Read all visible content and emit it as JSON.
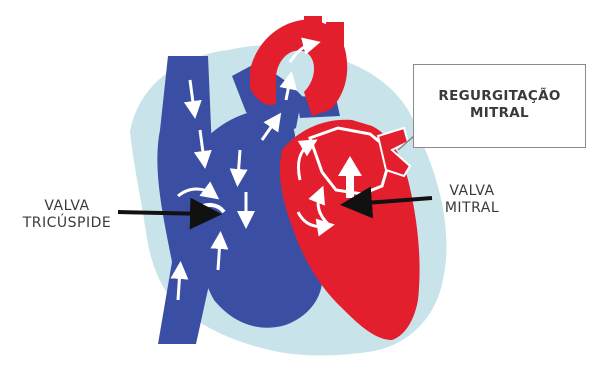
{
  "labels": {
    "tricuspid_line1": "VALVA",
    "tricuspid_line2": "TRICÚSPIDE",
    "mitral_line1": "VALVA",
    "mitral_line2": "MITRAL",
    "regurg_line1": "REGURGITAÇÃO",
    "regurg_line2": "MITRAL"
  },
  "colors": {
    "deoxygenated": "#3a4fa3",
    "oxygenated": "#e31e2d",
    "pericardium": "#c9e3ea",
    "label_text": "#3a3a3a",
    "pointer": "#111111"
  },
  "icons": [
    "flow-arrow-icon",
    "pointer-arrow-icon",
    "regurgitation-arrow-icon"
  ]
}
